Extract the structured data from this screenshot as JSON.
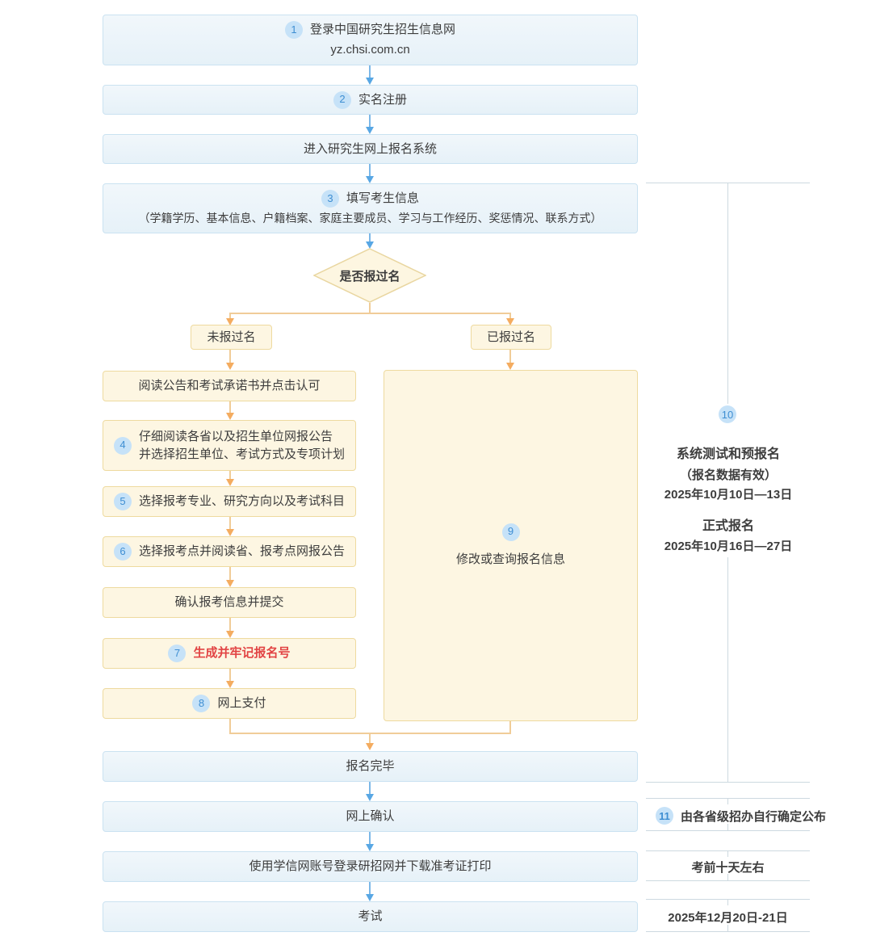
{
  "flow": {
    "step1": {
      "badge": "1",
      "line1": "登录中国研究生招生信息网",
      "line2": "yz.chsi.com.cn"
    },
    "step2": {
      "badge": "2",
      "label": "实名注册"
    },
    "step3": {
      "label": "进入研究生网上报名系统"
    },
    "step4": {
      "badge": "3",
      "line1": "填写考生信息",
      "line2": "（学籍学历、基本信息、户籍档案、家庭主要成员、学习与工作经历、奖惩情况、联系方式）"
    },
    "decision": {
      "label": "是否报过名"
    },
    "branch_no": {
      "label": "未报过名"
    },
    "branch_yes": {
      "label": "已报过名"
    },
    "left_steps": [
      {
        "label": "阅读公告和考试承诺书并点击认可"
      },
      {
        "badge": "4",
        "line1": "仔细阅读各省以及招生单位网报公告",
        "line2": "并选择招生单位、考试方式及专项计划"
      },
      {
        "badge": "5",
        "label": "选择报考专业、研究方向以及考试科目"
      },
      {
        "badge": "6",
        "label": "选择报考点并阅读省、报考点网报公告"
      },
      {
        "label": "确认报考信息并提交"
      },
      {
        "badge": "7",
        "label": "生成并牢记报名号"
      },
      {
        "badge": "8",
        "label": "网上支付"
      }
    ],
    "right_step": {
      "badge": "9",
      "label": "修改或查询报名信息"
    },
    "bottom_steps": [
      {
        "label": "报名完毕"
      },
      {
        "label": "网上确认"
      },
      {
        "label": "使用学信网账号登录研招网并下载准考证打印"
      },
      {
        "label": "考试"
      }
    ]
  },
  "annotations": {
    "registration": {
      "badge": "10",
      "title1": "系统测试和预报名",
      "subtitle1": "（报名数据有效）",
      "date1": "2025年10月10日—13日",
      "title2": "正式报名",
      "date2": "2025年10月16日—27日"
    },
    "confirm": {
      "badge": "11",
      "label": "由各省级招办自行确定公布"
    },
    "admission_ticket": {
      "label": "考前十天左右"
    },
    "exam_date": {
      "label": "2025年12月20日-21日"
    }
  },
  "colors": {
    "box_blue_fill": "#e9f2f9",
    "box_blue_border": "#cae2f1",
    "box_cream_fill": "#fdf6e2",
    "box_cream_border": "#eeda9f",
    "arrow_blue": "#58a7e4",
    "arrow_orange": "#f4ac60",
    "badge_bg": "#c6e2f8",
    "badge_text": "#3e8ed2",
    "text_dark": "#3d3d3d",
    "highlight_red": "#e24444",
    "bracket_line": "#cdd9e0"
  }
}
